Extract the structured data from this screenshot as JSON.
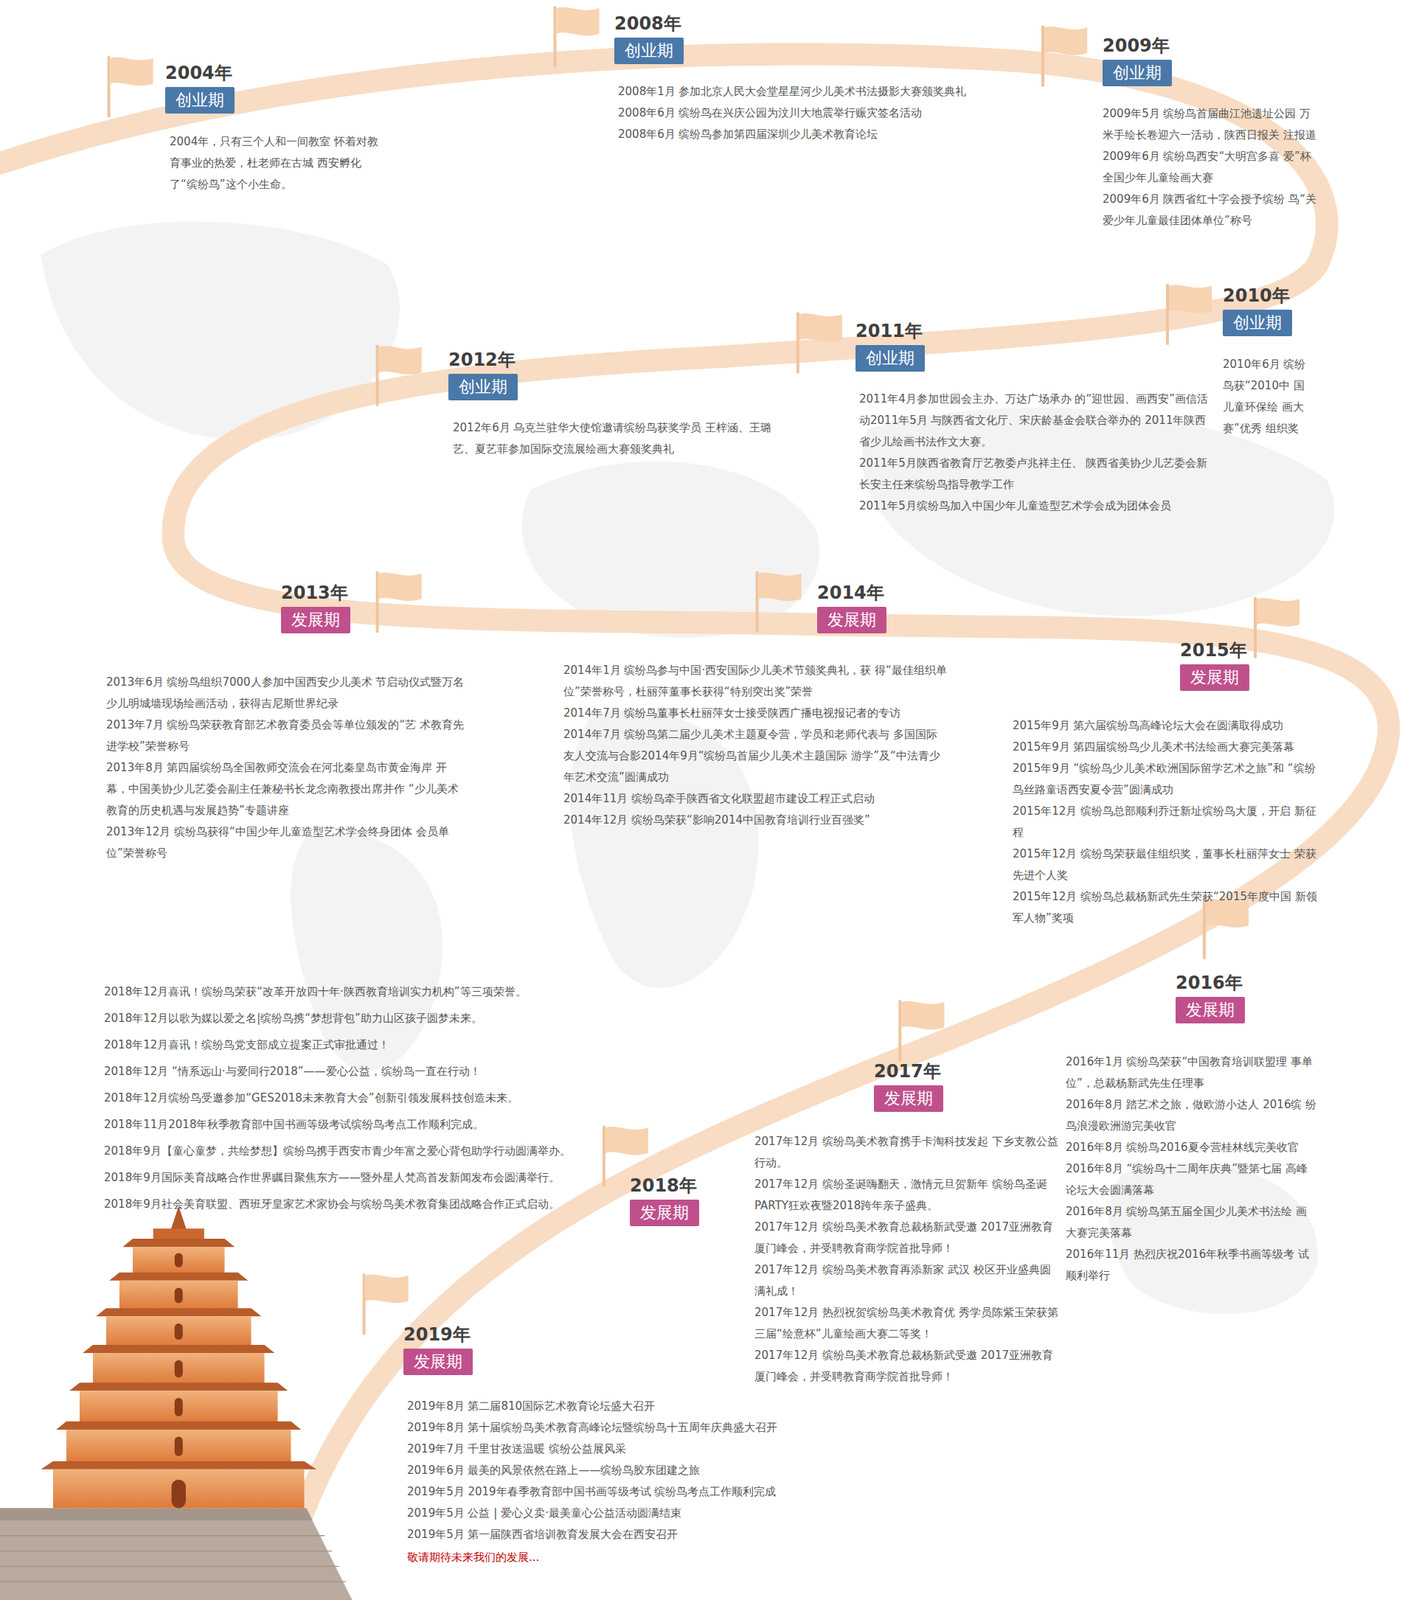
{
  "diagram": {
    "nodes": [
      {
        "text": [
          "2004年",
          "创业期",
          "2004年，只有三个人和一间教室 怀着对教育事业的热爱，杜老师在古城 西安孵化了“缤纷鸟”这个小生命。"
        ]
      },
      {
        "text": [
          "2008年",
          "创业期",
          "2008年1月 参加北京人民大会堂星星河少儿美术书法摄影大赛颁奖典礼",
          "2008年6月 缤纷鸟在兴庆公园为汶川大地震举行赈灾签名活动",
          "2008年6月 缤纷鸟参加第四届深圳少儿美术教育论坛"
        ]
      },
      {
        "text": [
          "2009年",
          "创业期",
          "2009年5月 缤纷鸟首届曲江池遗址公园 万米手绘长卷迎六一活动，陕西日报关 注报道",
          "2009年6月 缤纷鸟西安“大明宫多喜 爱”杯全国少年儿童绘画大赛",
          "2009年6月 陕西省红十字会授予缤纷 鸟“关爱少年儿童最佳团体单位”称号"
        ]
      },
      {
        "text": [
          "2010年",
          "创业期",
          "2010年6月 缤纷 鸟获“2010中 国儿童环保绘 画大赛”优秀 组织奖"
        ]
      },
      {
        "text": [
          "2011年",
          "创业期",
          "2011年4月参加世园会主办、万达广场承办 的“迎世园、画西安”画信活动2011年5月 与陕西省文化厅、宋庆龄基金会联合举办的 2011年陕西省少儿绘画书法作文大赛。",
          "2011年5月陕西省教育厅艺教委卢兆祥主任、 陕西省美协少儿艺委会新长安主任来缤纷鸟指导教学工作",
          "2011年5月缤纷鸟加入中国少年儿童造型艺术学会成为团体会员"
        ]
      },
      {
        "text": [
          "2012年",
          "创业期",
          "2012年6月 乌克兰驻华大使馆邀请缤纷鸟获奖学员 王梓涵、王璐艺、夏艺菲参加国际交流展绘画大赛颁奖典礼"
        ]
      },
      {
        "text": [
          "2013年",
          "发展期",
          "2013年6月 缤纷鸟组织7000人参加中国西安少儿美术 节启动仪式暨万名少儿明城墙现场绘画活动，获得吉尼斯世界纪录",
          "2013年7月 缤纷鸟荣获教育部艺术教育委员会等单位颁发的“艺 术教育先进学校”荣誉称号",
          "2013年8月 第四届缤纷鸟全国教师交流会在河北秦皇岛市黄金海岸 开幕，中国美协少儿艺委会副主任兼秘书长龙念南教授出席并作 “少儿美术教育的历史机遇与发展趋势”专题讲座",
          "2013年12月 缤纷鸟获得“中国少年儿童造型艺术学会终身团体 会员单位”荣誉称号"
        ]
      },
      {
        "text": [
          "2014年",
          "发展期",
          "2014年1月 缤纷鸟参与中国·西安国际少儿美术节颁奖典礼，获 得“最佳组织单位”荣誉称号，杜丽萍董事长获得“特别突出奖”荣誉",
          "2014年7月 缤纷鸟董事长杜丽萍女士接受陕西广播电视报记者的专访",
          "2014年7月 缤纷鸟第二届少儿美术主题夏令营，学员和老师代表与 多国国际友人交流与合影2014年9月“缤纷鸟首届少儿美术主题国际 游学”及“中法青少年艺术交流”圆满成功",
          "2014年11月 缤纷鸟牵手陕西省文化联盟超市建设工程正式启动",
          "2014年12月 缤纷鸟荣获“影响2014中国教育培训行业百强奖”"
        ]
      },
      {
        "text": [
          "2015年",
          "发展期",
          "2015年9月 第六届缤纷鸟高峰论坛大会在圆满取得成功",
          "2015年9月 第四届缤纷鸟少儿美术书法绘画大赛完美落幕",
          "2015年9月 “缤纷鸟少儿美术欧洲国际留学艺术之旅”和 “缤纷鸟丝路童语西安夏令营”圆满成功",
          "2015年12月 缤纷鸟总部顺利乔迁新址缤纷鸟大厦，开启 新征程",
          "2015年12月 缤纷鸟荣获最佳组织奖，董事长杜丽萍女士 荣获先进个人奖",
          "2015年12月 缤纷鸟总裁杨新武先生荣获“2015年度中国 新领军人物”奖项"
        ]
      },
      {
        "text": [
          "2016年",
          "发展期",
          "2016年1月 缤纷鸟荣获“中国教育培训联盟理 事单位”，总裁杨新武先生任理事",
          "2016年8月 踏艺术之旅，做欧游小达人 2016缤 纷鸟浪漫欧洲游完美收官",
          "2016年8月 缤纷鸟2016夏令营桂林线完美收官",
          "2016年8月 “缤纷鸟十二周年庆典”暨第七届 高峰论坛大会圆满落幕",
          "2016年8月 缤纷鸟第五届全国少儿美术书法绘 画大赛完美落幕",
          "2016年11月 热烈庆祝2016年秋季书画等级考 试顺利举行"
        ]
      },
      {
        "text": [
          "2017年",
          "发展期",
          "2017年12月 缤纷鸟美术教育携手卡淘科技发起 下乡支教公益行动。",
          "2017年12月 缤纷圣诞嗨翻天，激情元旦贺新年 缤纷鸟圣诞PARTY狂欢夜暨2018跨年亲子盛典。",
          "2017年12月 缤纷鸟美术教育总裁杨新武受邀 2017亚洲教育厦门峰会，并受聘教育商学院首批导师！",
          "2017年12月 缤纷鸟美术教育再添新家 武汉 校区开业盛典圆满礼成！",
          "2017年12月 热烈祝贺缤纷鸟美术教育优 秀学员陈紫玉荣获第三届“绘意杯”儿童绘画大赛二等奖！",
          "2017年12月 缤纷鸟美术教育总裁杨新武受邀 2017亚洲教育厦门峰会，并受聘教育商学院首批导师！"
        ]
      },
      {
        "text": [
          "2018年",
          "发展期",
          "2018年12月喜讯！缤纷鸟荣获“改革开放四十年·陕西教育培训实力机构”等三项荣誉。",
          "2018年12月以歌为媒以爱之名|缤纷鸟携“梦想背包”助力山区孩子圆梦未来。",
          "2018年12月喜讯！缤纷鸟党支部成立提案正式审批通过！",
          "2018年12月 “情系远山·与爱同行2018”——爱心公益，缤纷鸟一直在行动！",
          "2018年12月缤纷鸟受邀参加“GES2018未来教育大会”创新引领发展科技创造未来。",
          "2018年11月2018年秋季教育部中国书画等级考试缤纷鸟考点工作顺利完成。",
          "2018年9月【童心童梦，共绘梦想】缤纷鸟携手西安市青少年富之爱心背包助学行动圆满举办。",
          "2018年9月国际美育战略合作世界瞩目聚焦东方——暨外星人梵高首发新闻发布会圆满举行。",
          "2018年9月社会美育联盟、西班牙皇家艺术家协会与缤纷鸟美术教育集团战略合作正式启动。"
        ]
      },
      {
        "text": [
          "2019年",
          "发展期",
          "2019年8月 第二届810国际艺术教育论坛盛大召开",
          "2019年8月 第十届缤纷鸟美术教育高峰论坛暨缤纷鸟十五周年庆典盛大召开",
          "2019年7月 千里甘孜送温暖 缤纷公益展风采",
          "2019年6月 最美的风景依然在路上——缤纷鸟胶东团建之旅",
          "2019年5月 2019年春季教育部中国书画等级考试 缤纷鸟考点工作顺利完成",
          "2019年5月 公益 | 爱心义卖·最美童心公益活动圆满结束",
          "2019年5月 第一届陕西省培训教育发展大会在西安召开"
        ]
      }
    ],
    "labels": [
      "敬请期待未来我们的发展..."
    ]
  }
}
